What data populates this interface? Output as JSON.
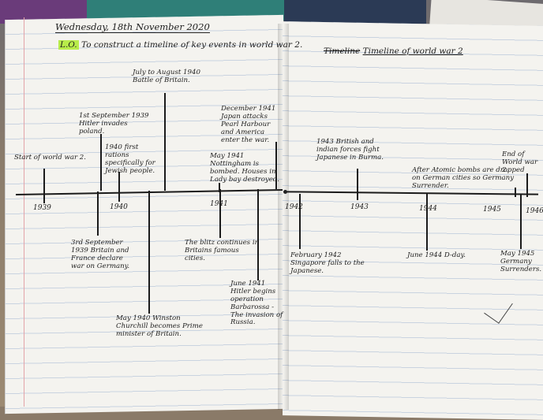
{
  "page": {
    "date": "Wednesday, 18th November 2020",
    "lo_prefix": "L.O.",
    "lo_text": "To construct a timeline of key events in world war 2.",
    "right_title_struck": "Timeline",
    "right_title": "Timeline of world war 2"
  },
  "years": [
    "1939",
    "1940",
    "1941",
    "1942",
    "1943",
    "1944",
    "1945",
    "1946"
  ],
  "events_above": [
    "Start of world war 2.",
    "1st September 1939 Hitler invades poland.",
    "1940 first rations specifically for Jewish people.",
    "July to August 1940 Battle of Britain.",
    "December 1941 Japan attacks Pearl Harbour and America enter the war.",
    "May 1941 Nottingham is bombed. Houses in Lady bay destroyed.",
    "1943 British and indian forces fight Japanese in Burma.",
    "After Atomic bombs are dropped on German cities so Germany Surrender.",
    "End of World war 2."
  ],
  "events_below": [
    "3rd September 1939 Britain and France declare war on Germany.",
    "May 1940 Winston Churchill becomes Prime minister of Britain.",
    "The blitz continues in Britains famous cities.",
    "June 1941 Hitler begins operation Barbarossa - The invasion of Russia.",
    "February 1942 Singapore falls to the Japanese.",
    "June 1944 D-day.",
    "May 1945 Germany Surrenders."
  ]
}
